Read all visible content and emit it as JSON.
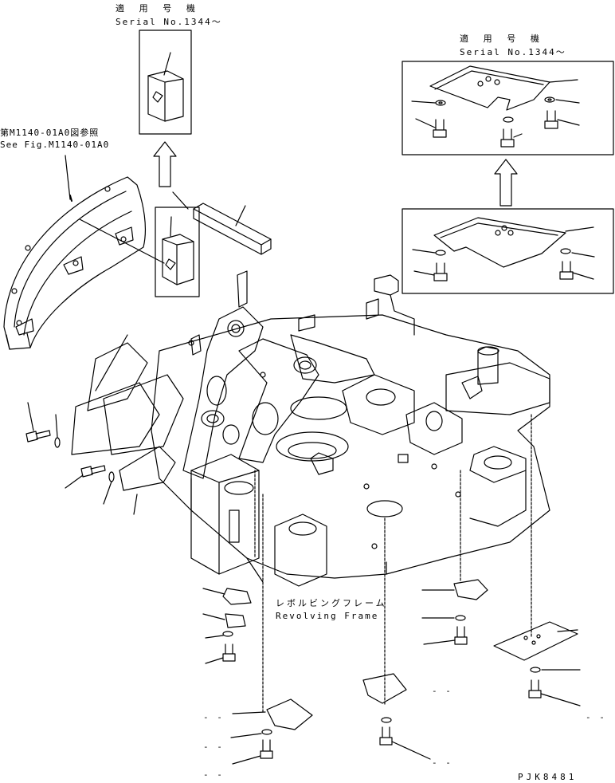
{
  "applicability_top": {
    "jp": "適 用 号 機",
    "serial": "Serial No.1344～"
  },
  "applicability_right": {
    "jp": "適 用 号 機",
    "serial": "Serial No.1344～"
  },
  "fig_reference": {
    "jp": "第M1140-01A0図参照",
    "en": "See Fig.M1140-01A0"
  },
  "frame_label": {
    "jp": "レボルビングフレーム",
    "en": "Revolving Frame"
  },
  "drawing_code": "PJK8481",
  "dash_labels": [
    "- -",
    "- -",
    "- -",
    "- -",
    "- -",
    "- -"
  ],
  "colors": {
    "line": "#000000",
    "background": "#ffffff"
  }
}
